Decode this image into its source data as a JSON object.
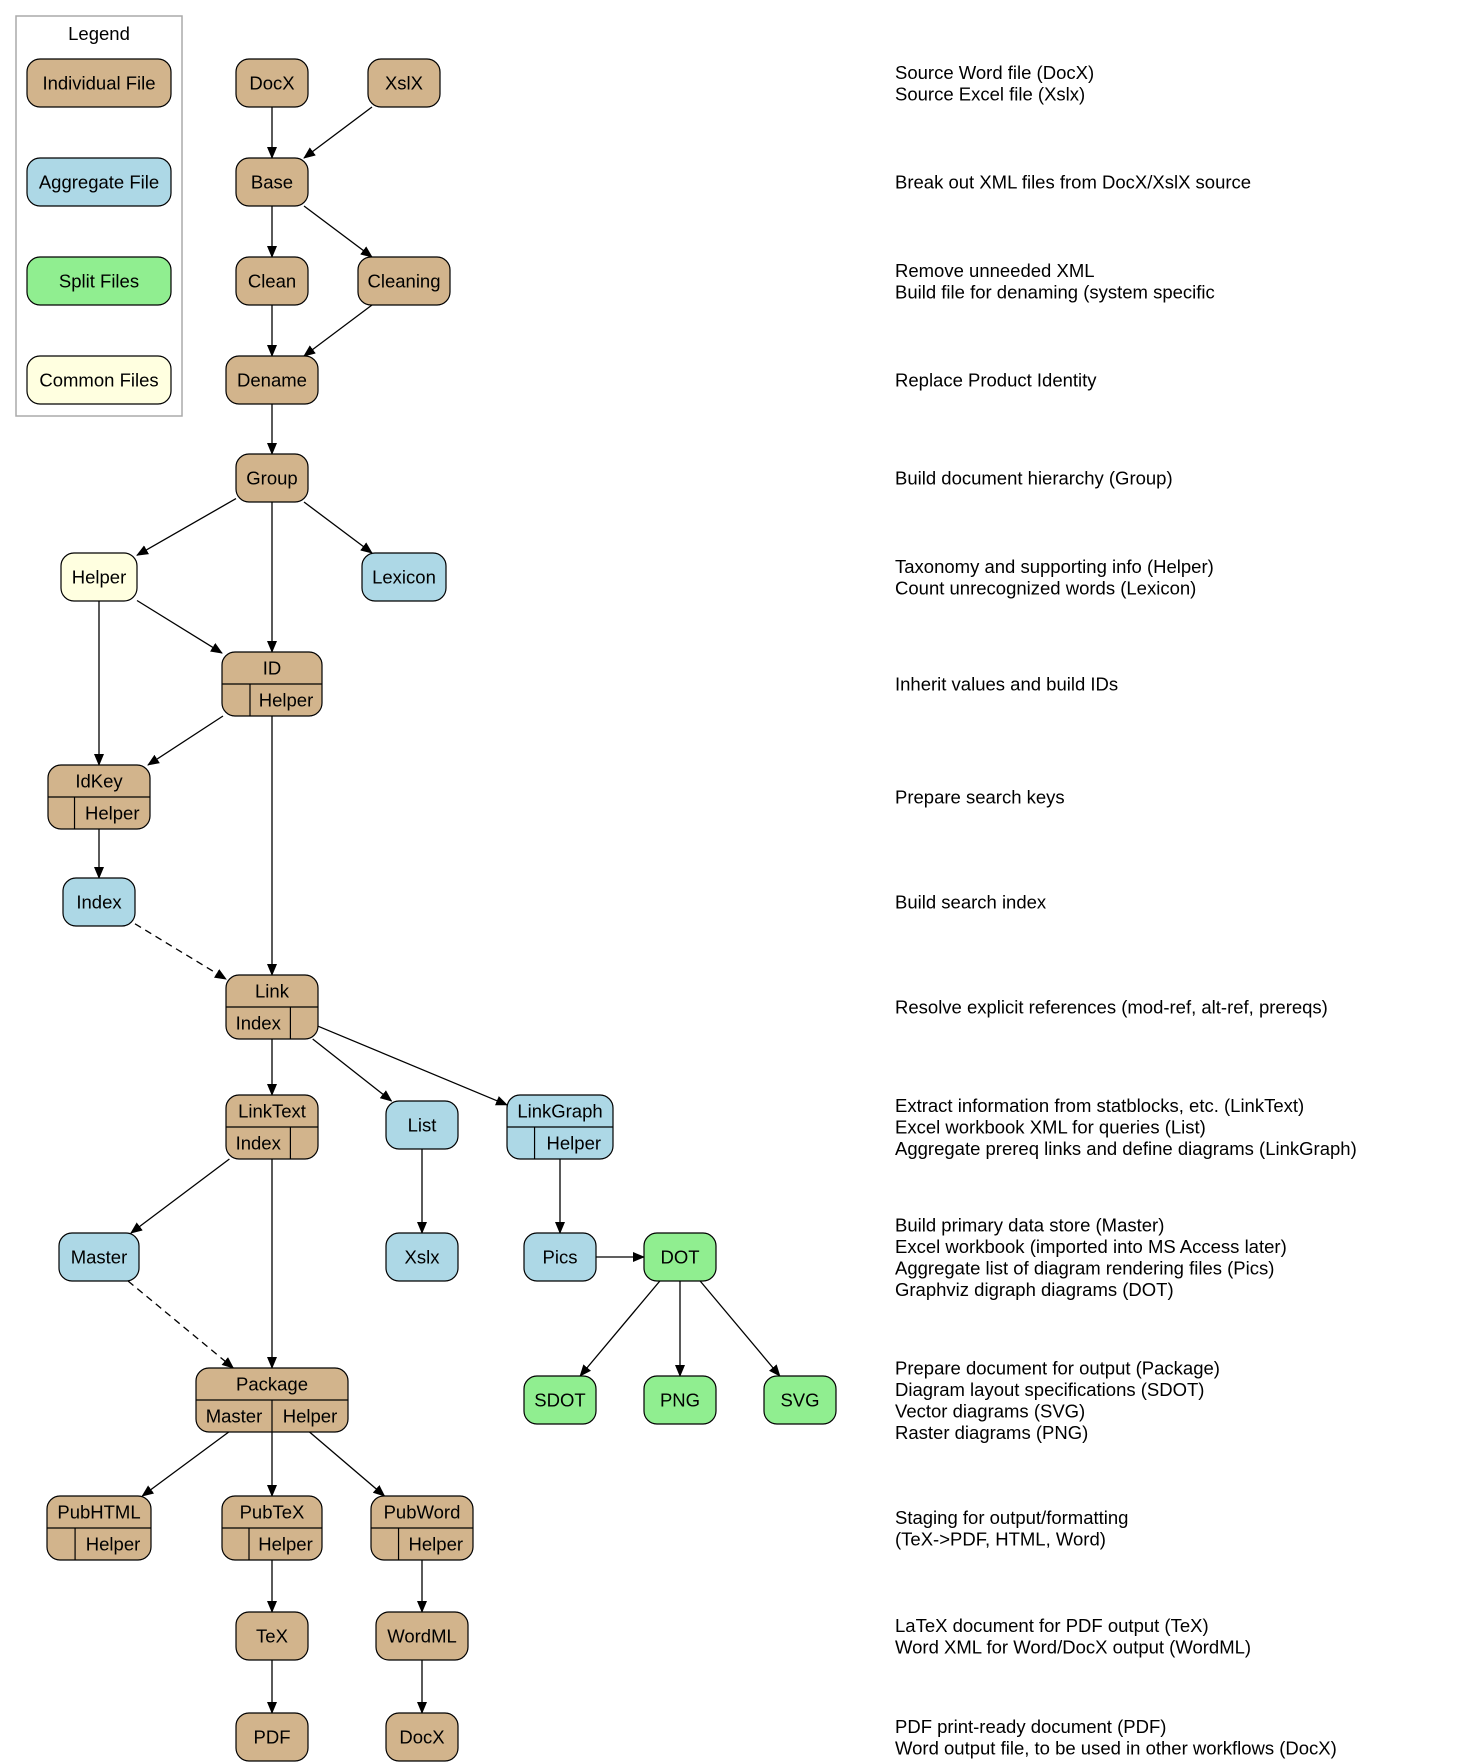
{
  "colors": {
    "individual": "#d2b48c",
    "aggregate": "#add8e6",
    "split": "#90ee90",
    "common": "#ffffe0",
    "stroke": "#000000",
    "legend_border": "#aaaaaa"
  },
  "legend": {
    "title": "Legend",
    "items": [
      {
        "id": "individual",
        "label": "Individual File",
        "color": "individual"
      },
      {
        "id": "aggregate",
        "label": "Aggregate File",
        "color": "aggregate"
      },
      {
        "id": "split",
        "label": "Split Files",
        "color": "split"
      },
      {
        "id": "common",
        "label": "Common Files",
        "color": "common"
      }
    ]
  },
  "nodes": [
    {
      "id": "docx-src",
      "label": "DocX",
      "type": "individual"
    },
    {
      "id": "xslx-src",
      "label": "XslX",
      "type": "individual"
    },
    {
      "id": "base",
      "label": "Base",
      "type": "individual"
    },
    {
      "id": "clean",
      "label": "Clean",
      "type": "individual"
    },
    {
      "id": "cleaning",
      "label": "Cleaning",
      "type": "individual"
    },
    {
      "id": "dename",
      "label": "Dename",
      "type": "individual"
    },
    {
      "id": "group",
      "label": "Group",
      "type": "individual"
    },
    {
      "id": "helper",
      "label": "Helper",
      "type": "common"
    },
    {
      "id": "lexicon",
      "label": "Lexicon",
      "type": "aggregate"
    },
    {
      "id": "id",
      "label": "ID",
      "type": "individual",
      "ports": [
        "",
        "Helper"
      ]
    },
    {
      "id": "idkey",
      "label": "IdKey",
      "type": "individual",
      "ports": [
        "",
        "Helper"
      ]
    },
    {
      "id": "index",
      "label": "Index",
      "type": "aggregate"
    },
    {
      "id": "link",
      "label": "Link",
      "type": "individual",
      "ports": [
        "Index",
        ""
      ]
    },
    {
      "id": "linktext",
      "label": "LinkText",
      "type": "individual",
      "ports": [
        "Index",
        ""
      ]
    },
    {
      "id": "list",
      "label": "List",
      "type": "aggregate"
    },
    {
      "id": "linkgraph",
      "label": "LinkGraph",
      "type": "aggregate",
      "ports": [
        "",
        "Helper"
      ]
    },
    {
      "id": "master",
      "label": "Master",
      "type": "aggregate"
    },
    {
      "id": "xslx-out",
      "label": "Xslx",
      "type": "aggregate"
    },
    {
      "id": "pics",
      "label": "Pics",
      "type": "aggregate"
    },
    {
      "id": "dot",
      "label": "DOT",
      "type": "split"
    },
    {
      "id": "package",
      "label": "Package",
      "type": "individual",
      "ports": [
        "Master",
        "Helper"
      ]
    },
    {
      "id": "sdot",
      "label": "SDOT",
      "type": "split"
    },
    {
      "id": "png",
      "label": "PNG",
      "type": "split"
    },
    {
      "id": "svg",
      "label": "SVG",
      "type": "split"
    },
    {
      "id": "pubhtml",
      "label": "PubHTML",
      "type": "individual",
      "ports": [
        "",
        "Helper"
      ]
    },
    {
      "id": "pubtex",
      "label": "PubTeX",
      "type": "individual",
      "ports": [
        "",
        "Helper"
      ]
    },
    {
      "id": "pubword",
      "label": "PubWord",
      "type": "individual",
      "ports": [
        "",
        "Helper"
      ]
    },
    {
      "id": "tex",
      "label": "TeX",
      "type": "individual"
    },
    {
      "id": "wordml",
      "label": "WordML",
      "type": "individual"
    },
    {
      "id": "pdf",
      "label": "PDF",
      "type": "individual"
    },
    {
      "id": "docx-out",
      "label": "DocX",
      "type": "individual"
    }
  ],
  "edges": [
    {
      "from": "docx-src",
      "to": "base"
    },
    {
      "from": "xslx-src",
      "to": "base"
    },
    {
      "from": "base",
      "to": "clean"
    },
    {
      "from": "base",
      "to": "cleaning"
    },
    {
      "from": "clean",
      "to": "dename"
    },
    {
      "from": "cleaning",
      "to": "dename"
    },
    {
      "from": "dename",
      "to": "group"
    },
    {
      "from": "group",
      "to": "helper"
    },
    {
      "from": "group",
      "to": "id"
    },
    {
      "from": "group",
      "to": "lexicon"
    },
    {
      "from": "helper",
      "to": "id"
    },
    {
      "from": "helper",
      "to": "idkey"
    },
    {
      "from": "id",
      "to": "idkey"
    },
    {
      "from": "id",
      "to": "link"
    },
    {
      "from": "idkey",
      "to": "index"
    },
    {
      "from": "index",
      "to": "link",
      "dashed": true
    },
    {
      "from": "link",
      "to": "linktext"
    },
    {
      "from": "link",
      "to": "list"
    },
    {
      "from": "link",
      "to": "linkgraph"
    },
    {
      "from": "linktext",
      "to": "master"
    },
    {
      "from": "linktext",
      "to": "package"
    },
    {
      "from": "list",
      "to": "xslx-out"
    },
    {
      "from": "linkgraph",
      "to": "pics"
    },
    {
      "from": "pics",
      "to": "dot"
    },
    {
      "from": "dot",
      "to": "sdot"
    },
    {
      "from": "dot",
      "to": "png"
    },
    {
      "from": "dot",
      "to": "svg"
    },
    {
      "from": "master",
      "to": "package",
      "dashed": true
    },
    {
      "from": "package",
      "to": "pubhtml"
    },
    {
      "from": "package",
      "to": "pubtex"
    },
    {
      "from": "package",
      "to": "pubword"
    },
    {
      "from": "pubtex",
      "to": "tex"
    },
    {
      "from": "pubword",
      "to": "wordml"
    },
    {
      "from": "tex",
      "to": "pdf"
    },
    {
      "from": "wordml",
      "to": "docx-out"
    }
  ],
  "descriptions": [
    {
      "id": "src",
      "lines": [
        "Source Word file (DocX)",
        "Source Excel file (Xslx)"
      ]
    },
    {
      "id": "base",
      "lines": [
        "Break out XML files from DocX/XslX source"
      ]
    },
    {
      "id": "clean",
      "lines": [
        "Remove unneeded XML",
        "Build file for denaming (system specific"
      ]
    },
    {
      "id": "dename",
      "lines": [
        "Replace Product Identity"
      ]
    },
    {
      "id": "group",
      "lines": [
        "Build document hierarchy (Group)"
      ]
    },
    {
      "id": "helper",
      "lines": [
        "Taxonomy and supporting info (Helper)",
        "Count unrecognized words (Lexicon)"
      ]
    },
    {
      "id": "id",
      "lines": [
        "Inherit values and build IDs"
      ]
    },
    {
      "id": "idkey",
      "lines": [
        "Prepare search keys"
      ]
    },
    {
      "id": "index",
      "lines": [
        "Build search index"
      ]
    },
    {
      "id": "link",
      "lines": [
        "Resolve explicit references (mod-ref, alt-ref, prereqs)"
      ]
    },
    {
      "id": "linktext",
      "lines": [
        "Extract information from statblocks, etc. (LinkText)",
        "Excel workbook XML for queries (List)",
        "Aggregate prereq links and define diagrams (LinkGraph)"
      ]
    },
    {
      "id": "master",
      "lines": [
        "Build primary data store (Master)",
        "Excel workbook (imported into MS Access later)",
        "Aggregate list of diagram rendering files (Pics)",
        "Graphviz digraph diagrams (DOT)"
      ]
    },
    {
      "id": "package",
      "lines": [
        "Prepare document for output (Package)",
        "Diagram layout specifications (SDOT)",
        "Vector diagrams (SVG)",
        "Raster diagrams (PNG)"
      ]
    },
    {
      "id": "pub",
      "lines": [
        "Staging for output/formatting",
        "(TeX->PDF, HTML, Word)"
      ]
    },
    {
      "id": "tex",
      "lines": [
        "LaTeX document for PDF output (TeX)",
        "Word XML for Word/DocX output (WordML)"
      ]
    },
    {
      "id": "pdf",
      "lines": [
        "PDF print-ready document (PDF)",
        "Word output file, to be used in other workflows (DocX)"
      ]
    }
  ]
}
